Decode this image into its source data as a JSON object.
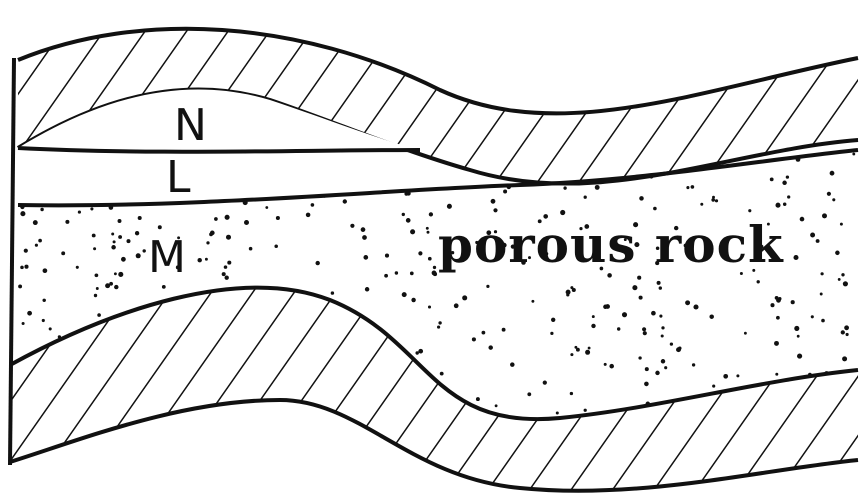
{
  "labels": {
    "layer_n": "N",
    "layer_l": "L",
    "layer_m": "M",
    "caption": "porous rock"
  },
  "colors": {
    "ink": "#111111",
    "background": "#ffffff"
  }
}
